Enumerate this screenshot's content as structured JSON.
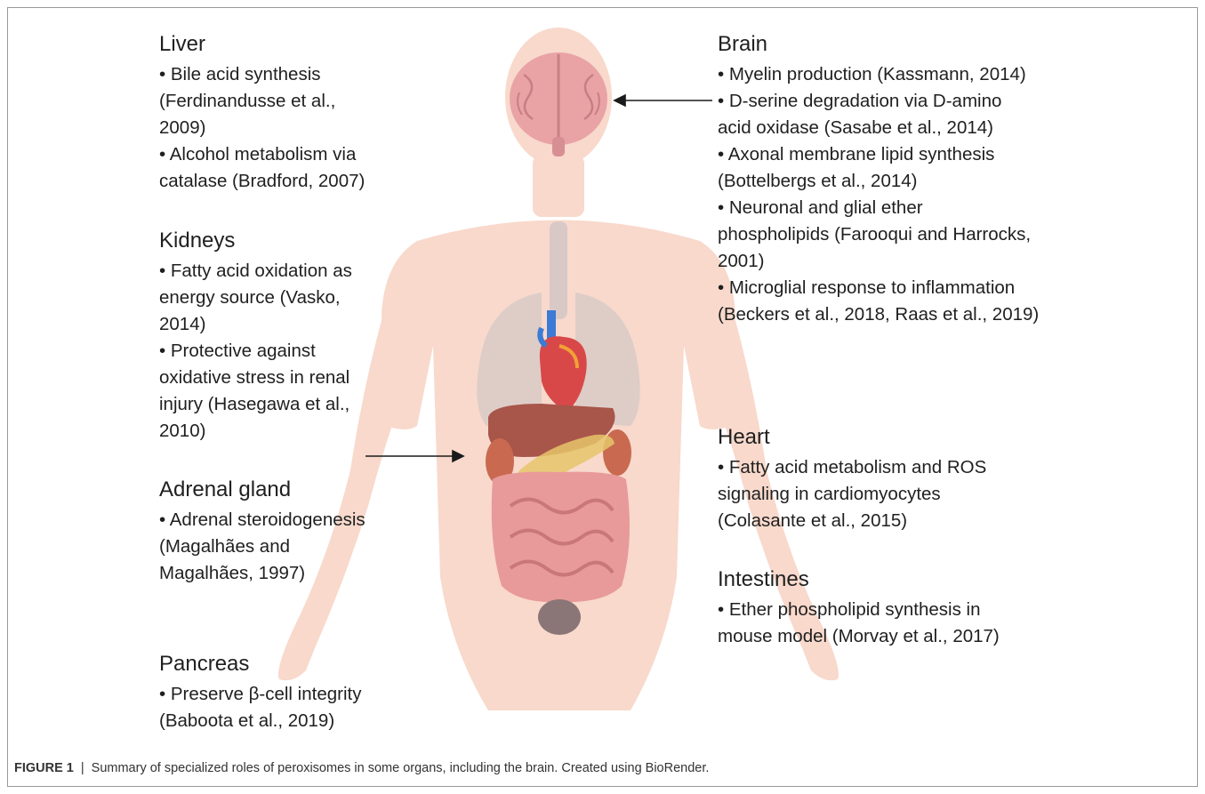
{
  "organs": {
    "liver": {
      "title": "Liver",
      "items": [
        "• Bile acid synthesis\n(Ferdinandusse et al.,\n2009)",
        "• Alcohol metabolism via\ncatalase (Bradford, 2007)"
      ]
    },
    "kidneys": {
      "title": "Kidneys",
      "items": [
        "• Fatty acid oxidation as\nenergy source (Vasko,\n2014)",
        "• Protective against\noxidative stress in renal\ninjury (Hasegawa et al.,\n2010)"
      ]
    },
    "adrenal": {
      "title": "Adrenal gland",
      "items": [
        "• Adrenal steroidogenesis\n(Magalhães and\nMagalhães, 1997)"
      ]
    },
    "pancreas": {
      "title": "Pancreas",
      "items": [
        "• Preserve β-cell integrity\n(Baboota et al., 2019)"
      ]
    },
    "brain": {
      "title": "Brain",
      "items": [
        "• Myelin production (Kassmann, 2014)",
        "• D-serine degradation via D-amino\nacid oxidase (Sasabe et al., 2014)",
        "• Axonal membrane lipid synthesis\n(Bottelbergs et al., 2014)",
        "• Neuronal and glial ether\nphospholipids (Farooqui and Harrocks,\n2001)",
        "• Microglial response to inflammation\n(Beckers et al., 2018, Raas et al., 2019)"
      ]
    },
    "heart": {
      "title": "Heart",
      "items": [
        "• Fatty acid metabolism and ROS\nsignaling in cardiomyocytes\n(Colasante et al., 2015)"
      ]
    },
    "intestines": {
      "title": "Intestines",
      "items": [
        "• Ether phospholipid synthesis in\nmouse model (Morvay et al., 2017)"
      ]
    }
  },
  "caption": {
    "label": "FIGURE 1",
    "separator": "|",
    "text": "Summary of specialized roles of peroxisomes in some organs, including the brain. Created using BioRender."
  },
  "colors": {
    "skin": "#f8d9cc",
    "brain": "#e9a3a5",
    "intestine": "#e89a9a",
    "liver": "#a8554a",
    "lung": "#d9c9c6",
    "arrow": "#1a1a1a"
  },
  "icons": [
    "brain-icon",
    "heart-icon",
    "lungs-icon",
    "liver-icon",
    "kidney-icon",
    "pancreas-icon",
    "intestines-icon",
    "bladder-icon"
  ]
}
